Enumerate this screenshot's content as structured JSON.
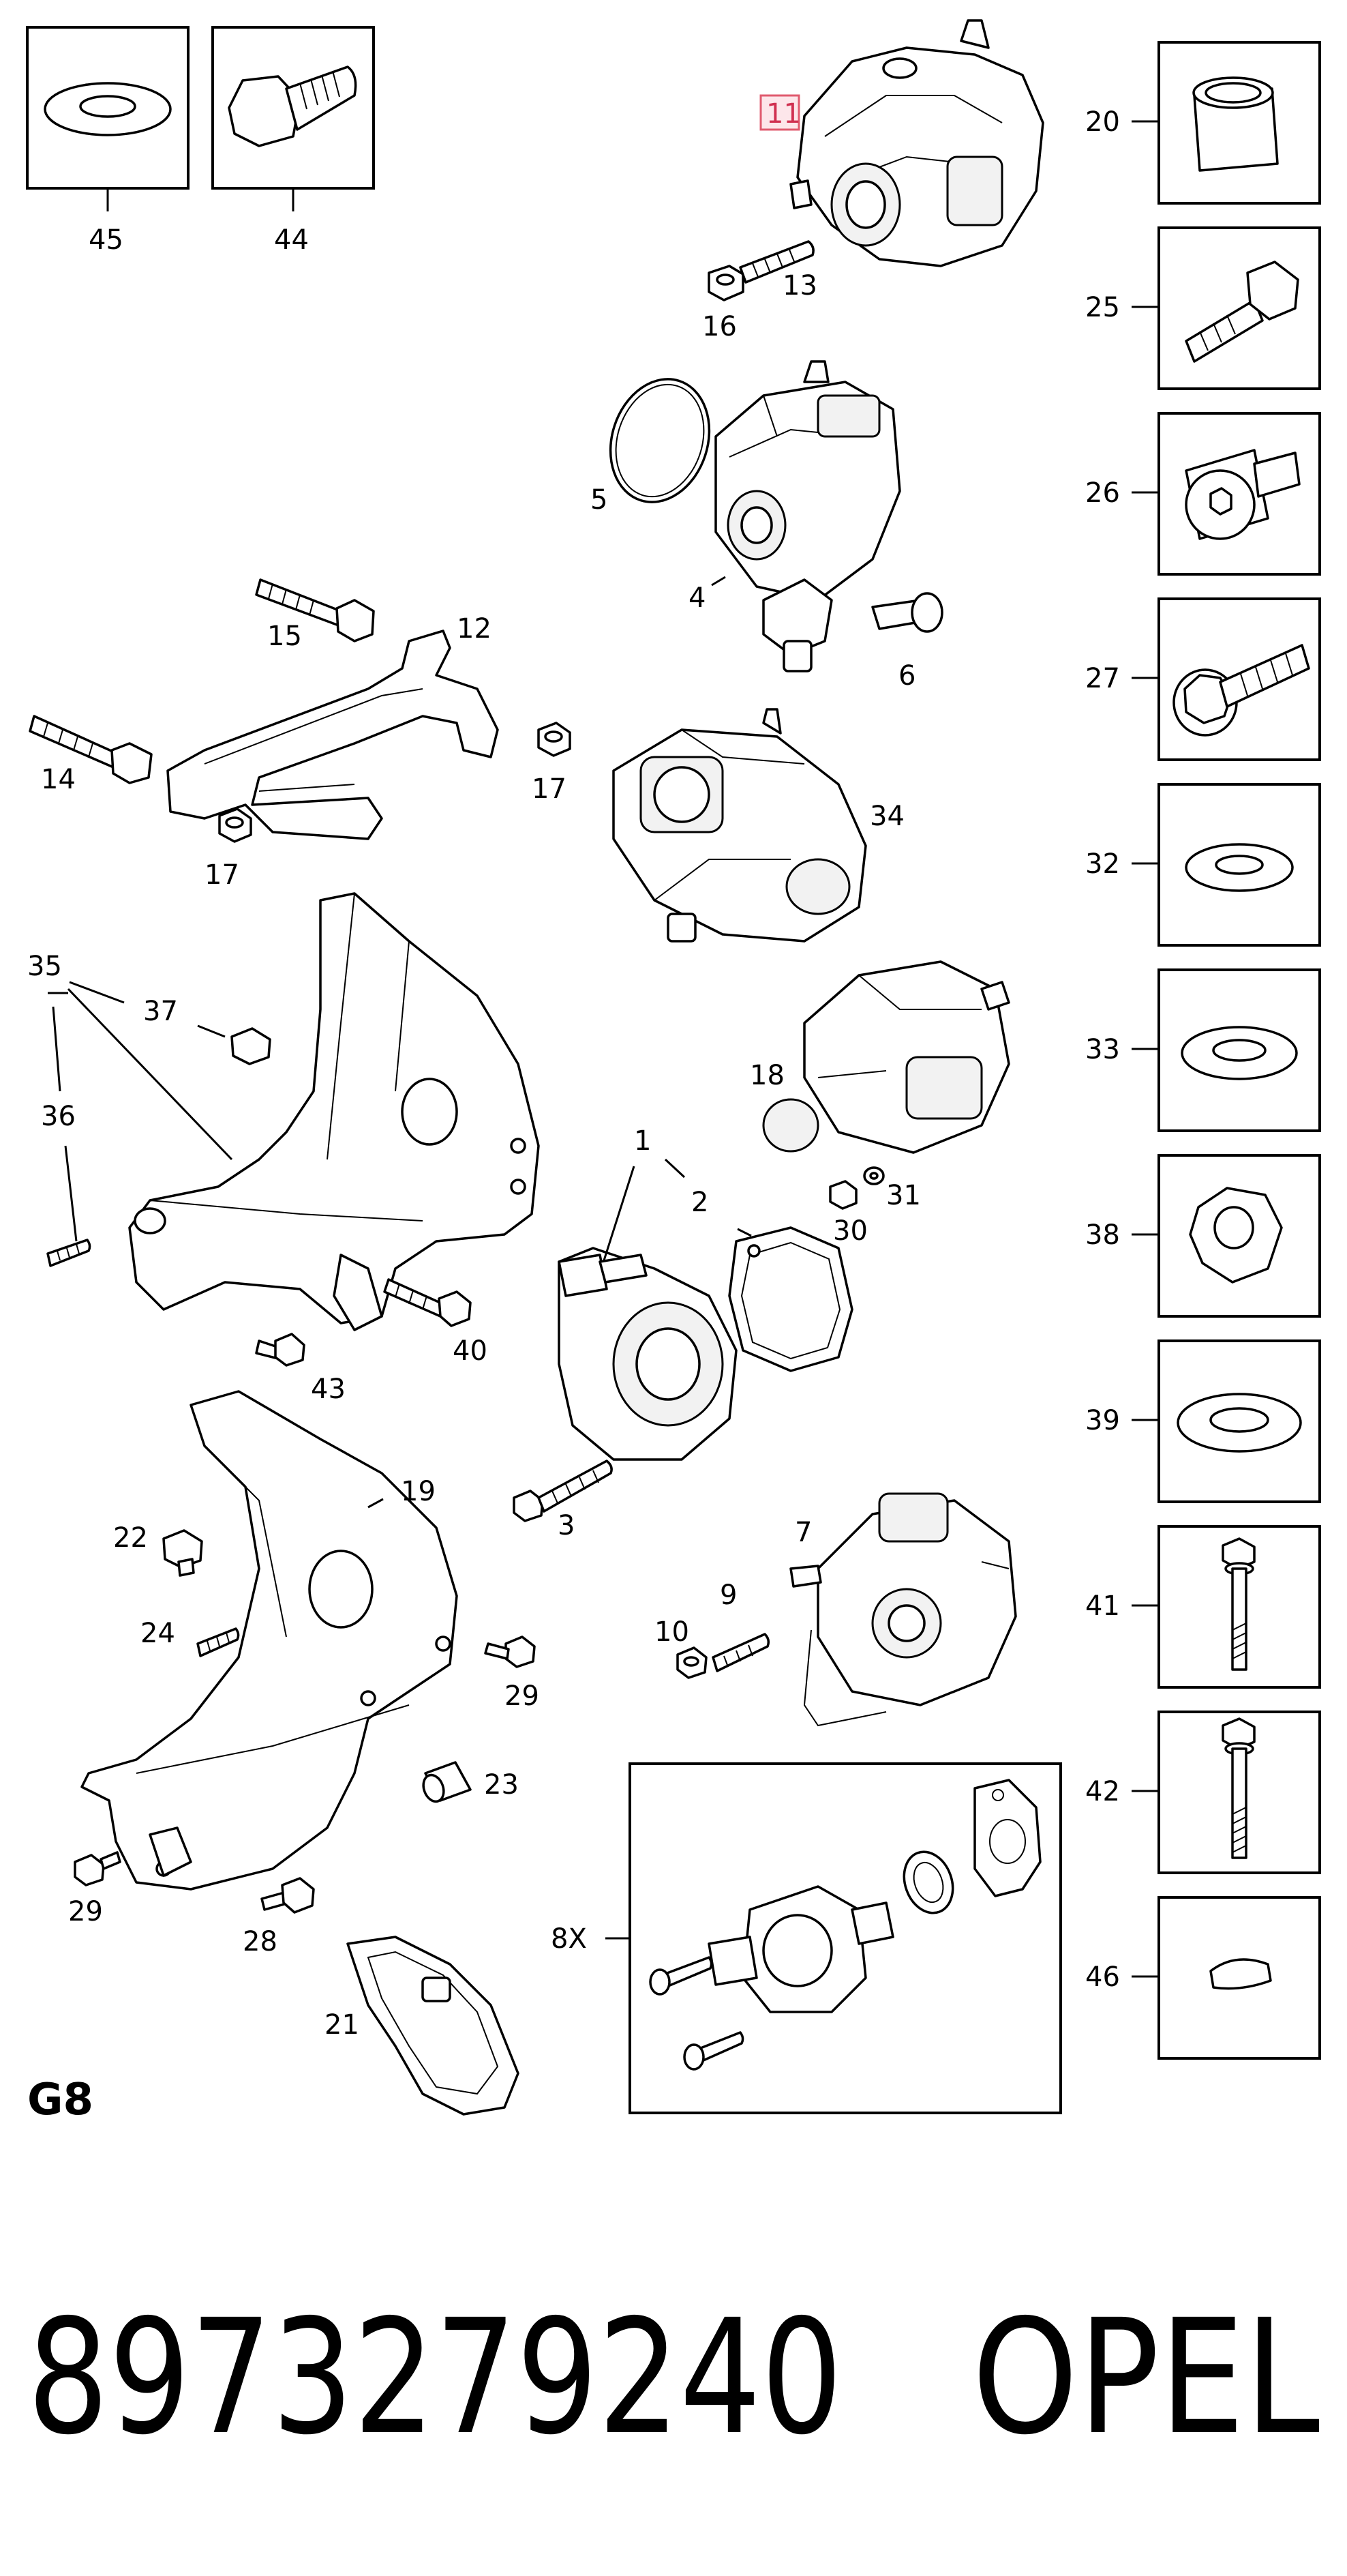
{
  "diagram": {
    "section_label": "G8",
    "footer": {
      "part_number": "8973279240",
      "brand": "OPEL"
    },
    "highlighted_callout": "11",
    "callouts": {
      "c1": "1",
      "c2": "2",
      "c3": "3",
      "c4": "4",
      "c5": "5",
      "c6": "6",
      "c7": "7",
      "c8x": "8X",
      "c9": "9",
      "c10": "10",
      "c11": "11",
      "c12": "12",
      "c13": "13",
      "c14": "14",
      "c15": "15",
      "c16": "16",
      "c17a": "17",
      "c17b": "17",
      "c18": "18",
      "c19": "19",
      "c21": "21",
      "c22": "22",
      "c23": "23",
      "c24": "24",
      "c28": "28",
      "c29a": "29",
      "c29b": "29",
      "c30": "30",
      "c31": "31",
      "c34": "34",
      "c35": "35",
      "c36": "36",
      "c37": "37",
      "c40": "40",
      "c43": "43",
      "c44": "44",
      "c45": "45"
    },
    "side_parts": [
      {
        "label": "20",
        "icon": "sleeve-icon"
      },
      {
        "label": "25",
        "icon": "banjo-bolt-icon"
      },
      {
        "label": "26",
        "icon": "socket-cap-screw-icon"
      },
      {
        "label": "27",
        "icon": "flange-bolt-icon"
      },
      {
        "label": "32",
        "icon": "washer-icon"
      },
      {
        "label": "33",
        "icon": "washer-icon"
      },
      {
        "label": "38",
        "icon": "hex-nut-icon"
      },
      {
        "label": "39",
        "icon": "washer-icon"
      },
      {
        "label": "41",
        "icon": "long-bolt-icon"
      },
      {
        "label": "42",
        "icon": "long-stud-bolt-icon"
      },
      {
        "label": "46",
        "icon": "woodruff-key-icon"
      }
    ]
  }
}
